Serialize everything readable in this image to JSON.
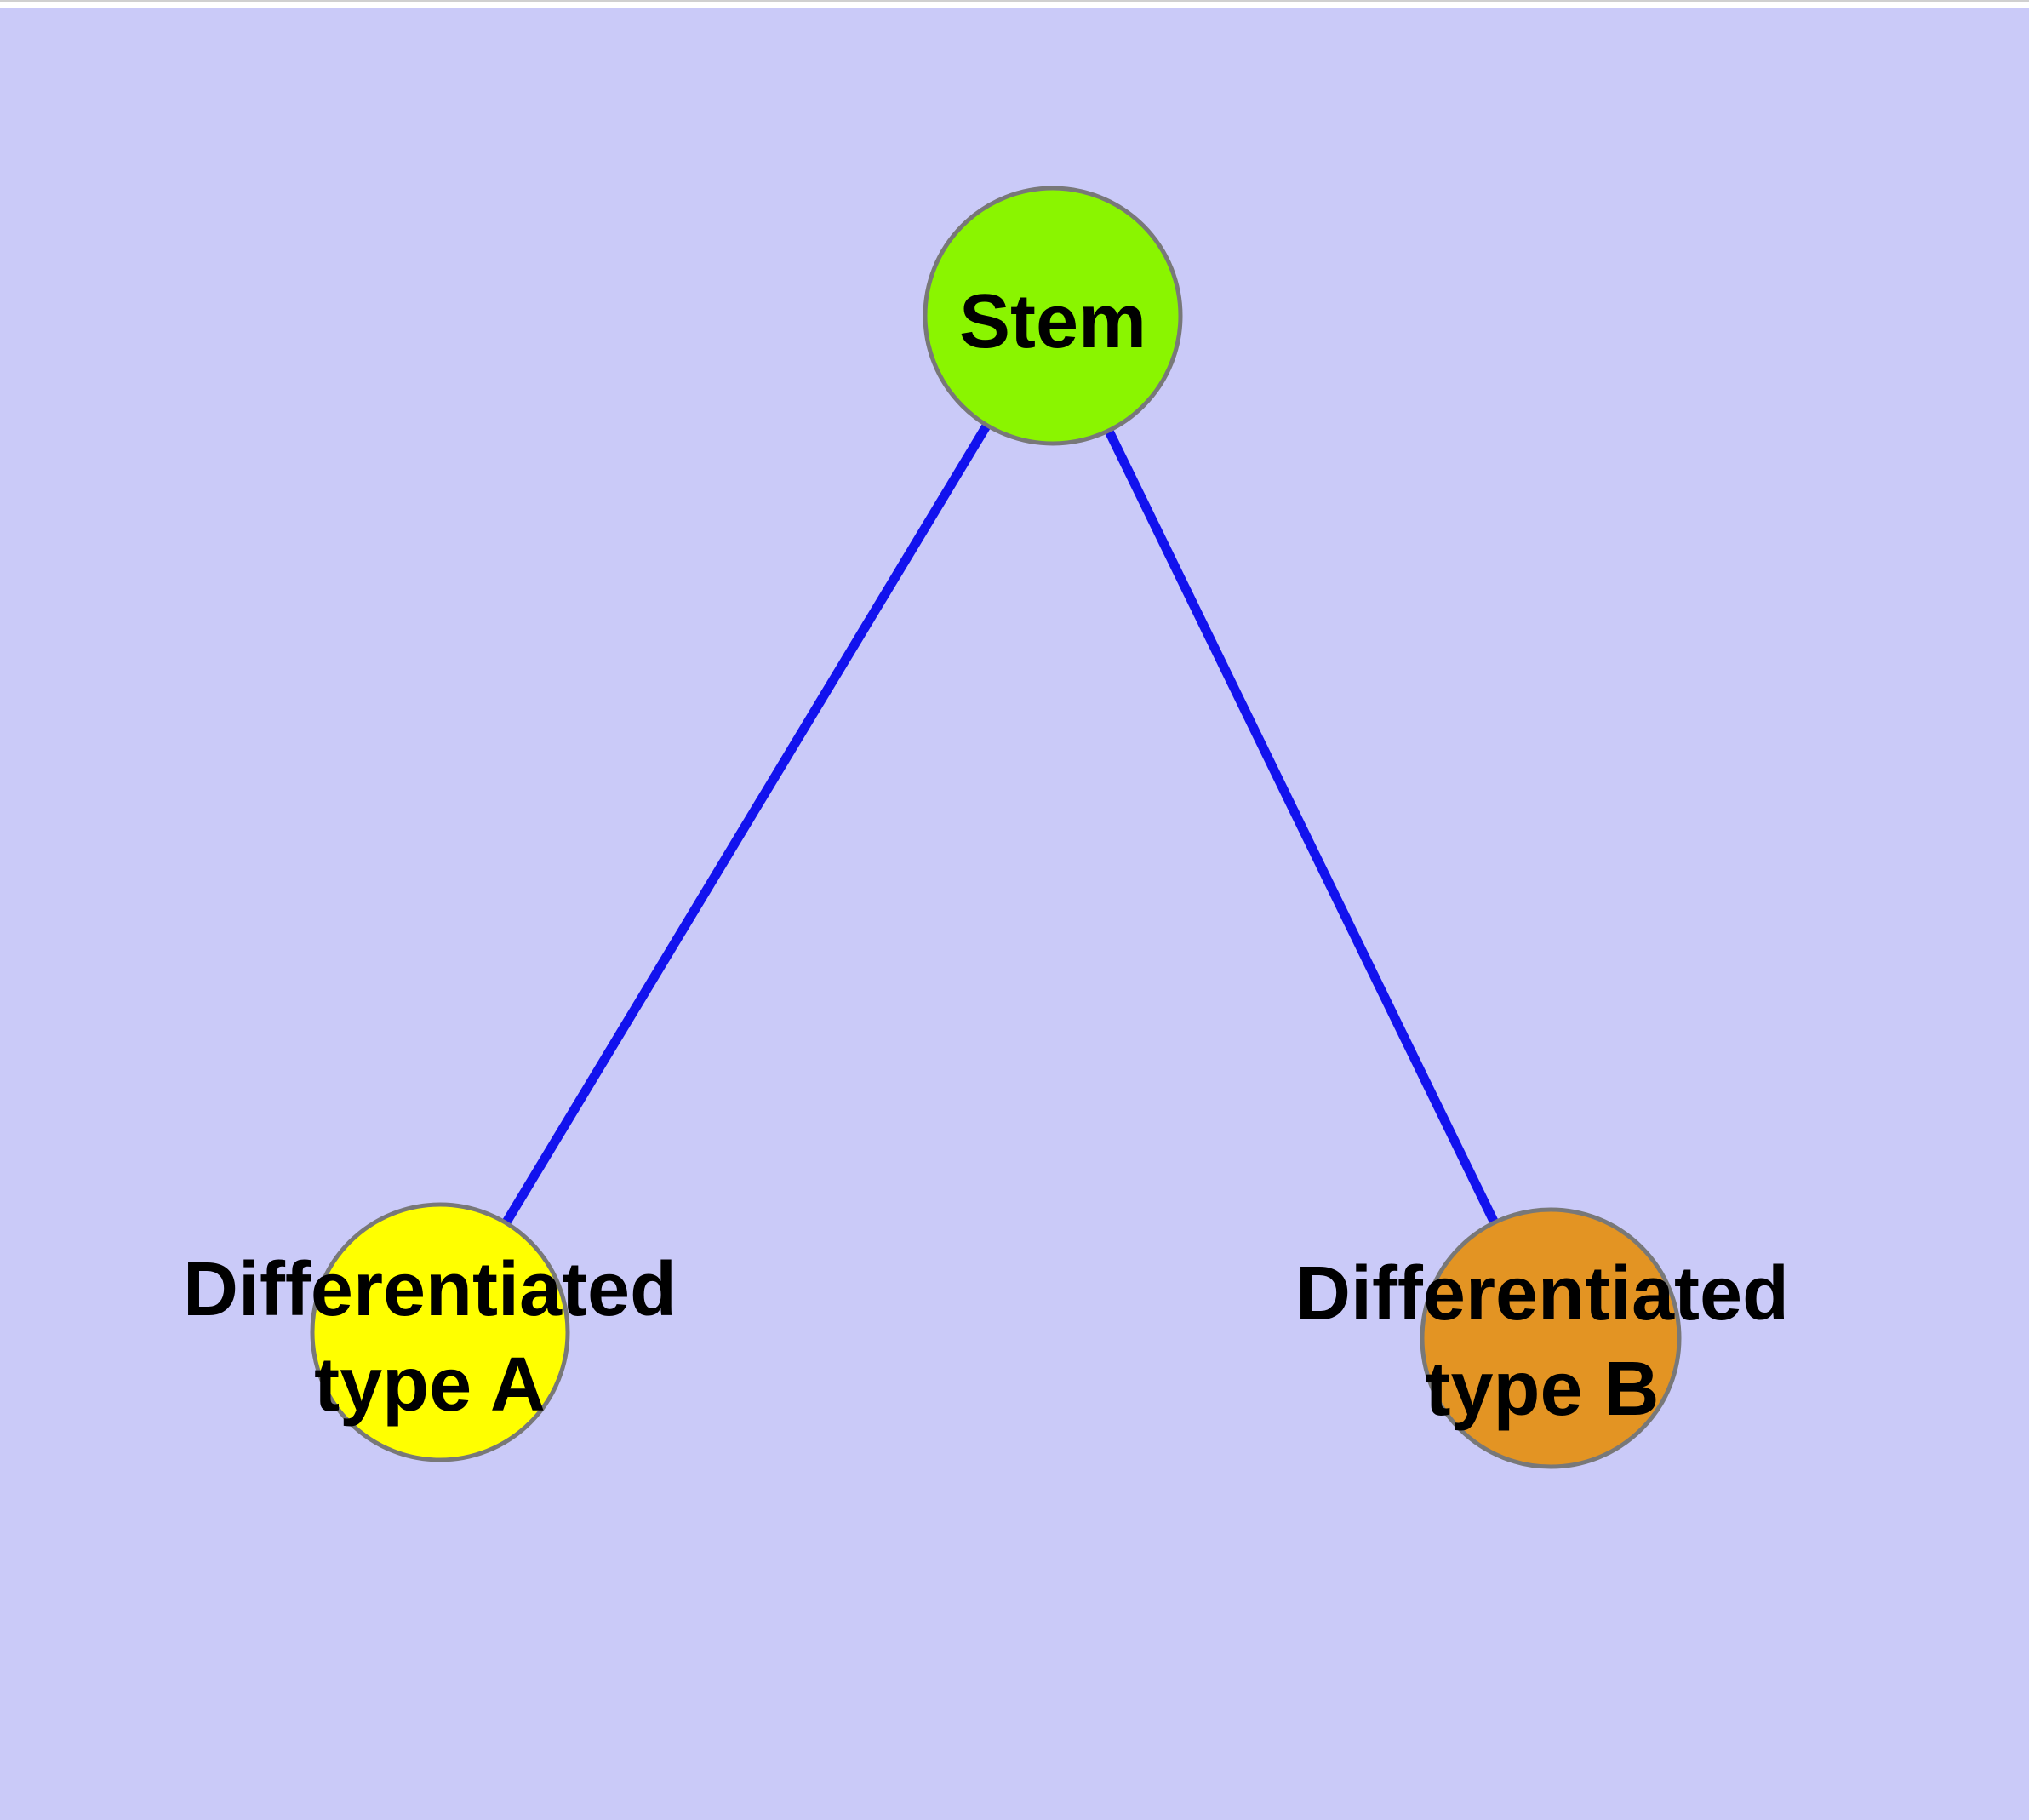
{
  "diagram": {
    "type": "graph",
    "description": "Cell differentiation tree: one stem node with edges to two differentiated cell-type nodes",
    "nodes": {
      "stem": {
        "label": "Stem",
        "fill": "#8AF500"
      },
      "type_a": {
        "label_line1": "Differentiated",
        "label_line2": "type A",
        "fill": "#FFFF00"
      },
      "type_b": {
        "label_line1": "Differentiated",
        "label_line2": "type B",
        "fill": "#E39423"
      }
    },
    "edges": [
      {
        "from": "Stem",
        "to": "Differentiated type A"
      },
      {
        "from": "Stem",
        "to": "Differentiated type B"
      }
    ],
    "colors": {
      "background": "#CACAF8",
      "top_strip": "#FFFFFF",
      "top_hairline": "#D0D0D0",
      "edge": "#1212EE",
      "node_border": "#787878",
      "label_text": "#000000"
    }
  }
}
